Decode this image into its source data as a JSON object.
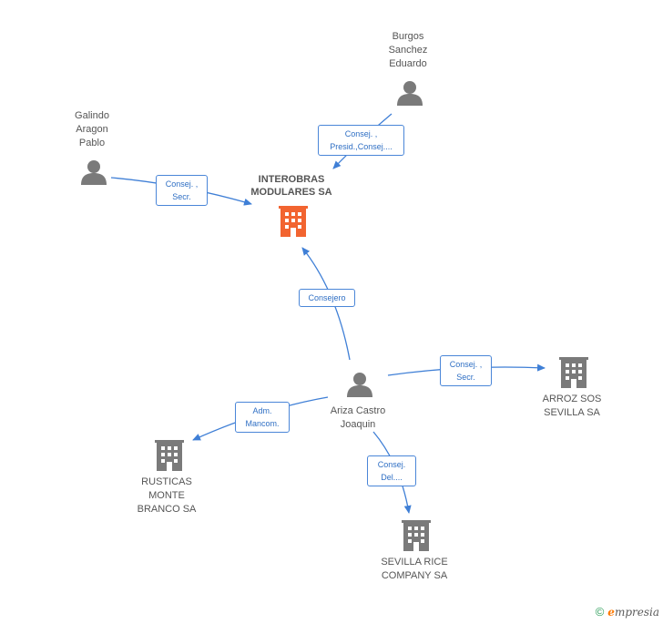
{
  "colors": {
    "edge": "#3f7fd6",
    "person": "#7a7a7a",
    "company": "#7a7a7a",
    "main_company": "#f26430",
    "label_border": "#4a86d8"
  },
  "nodes": {
    "main": {
      "label": "INTEROBRAS\nMODULARES SA",
      "icon": "building-icon"
    },
    "burgos": {
      "label": "Burgos\nSanchez\nEduardo",
      "icon": "person-icon"
    },
    "galindo": {
      "label": "Galindo\nAragon\nPablo",
      "icon": "person-icon"
    },
    "ariza": {
      "label": "Ariza Castro\nJoaquin",
      "icon": "person-icon"
    },
    "arroz": {
      "label": "ARROZ SOS\nSEVILLA SA",
      "icon": "building-icon"
    },
    "rusticas": {
      "label": "RUSTICAS\nMONTE\nBRANCO SA",
      "icon": "building-icon"
    },
    "sevilla_rice": {
      "label": "SEVILLA RICE\nCOMPANY SA",
      "icon": "building-icon"
    }
  },
  "edges": {
    "burgos_main": "Consej. ,\nPresid.,Consej....",
    "galindo_main": "Consej. ,\nSecr.",
    "ariza_main": "Consejero",
    "ariza_arroz": "Consej. ,\nSecr.",
    "ariza_rusticas": "Adm.\nMancom.",
    "ariza_sevilla_rice": "Consej.\nDel...."
  },
  "footer": {
    "copyright": "©",
    "brand_e": "e",
    "brand_rest": "mpresia"
  }
}
